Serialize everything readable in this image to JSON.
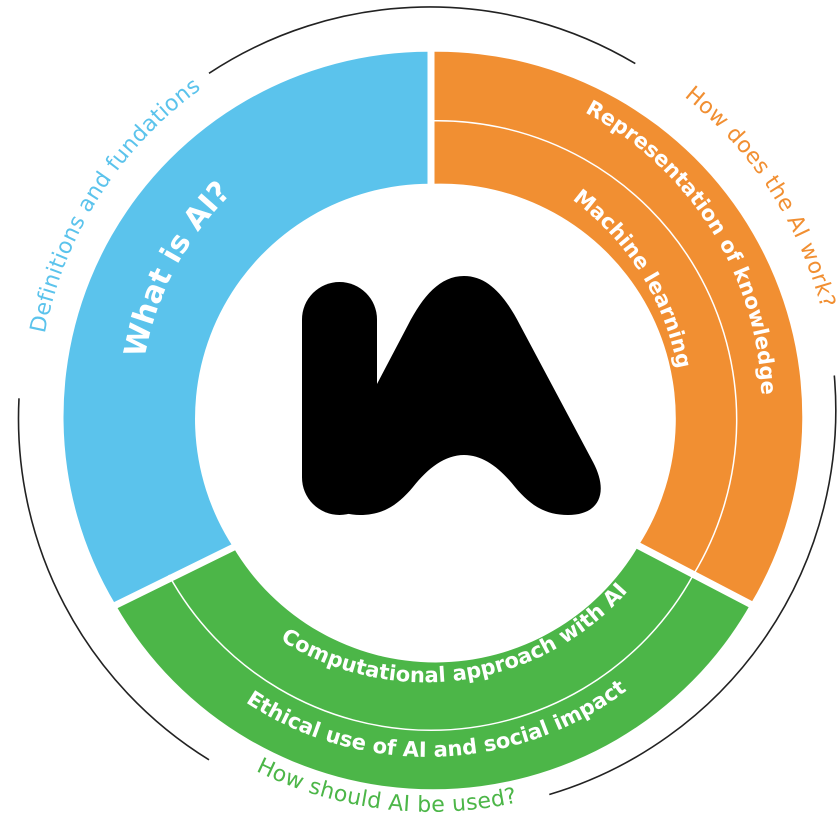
{
  "colors": {
    "blue": "#5bc3ec",
    "orange": "#f18f32",
    "green": "#4cb648",
    "logo": "#000000",
    "divider": "#ffffff",
    "outer_ring": "#222222"
  },
  "logo": {
    "text": "IA"
  },
  "sections": [
    {
      "id": "definitions",
      "outer_label": "Definitions and fundations",
      "color": "#5bc3ec",
      "topics": [
        "What is AI?"
      ]
    },
    {
      "id": "how-it-works",
      "outer_label": "How does the AI work?",
      "color": "#f18f32",
      "topics": [
        "Representation of knowledge",
        "Machine learning"
      ]
    },
    {
      "id": "usage",
      "outer_label": "How should AI be used?",
      "color": "#4cb648",
      "topics": [
        "Computational approach with AI",
        "Ethical use of AI and social impact"
      ]
    }
  ]
}
